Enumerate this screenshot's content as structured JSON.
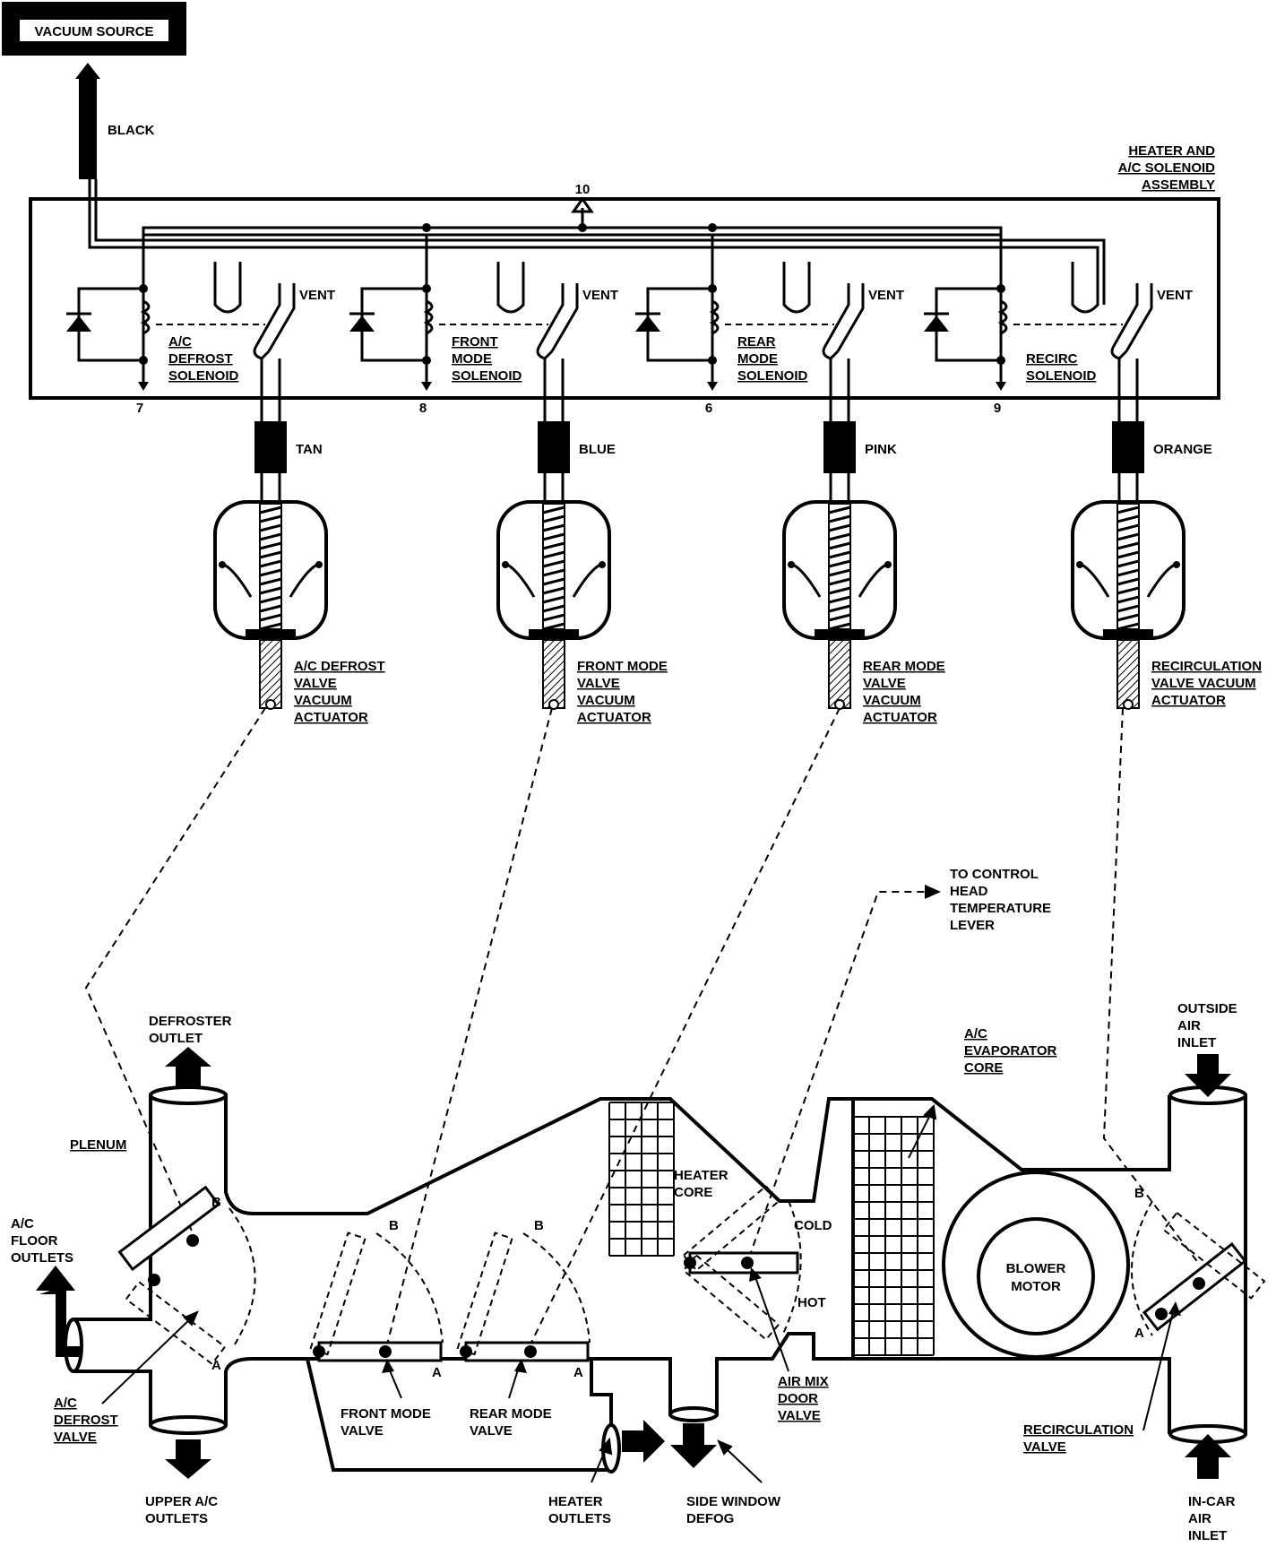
{
  "source": {
    "label": "VACUUM SOURCE"
  },
  "hose_black": "BLACK",
  "assembly": {
    "label": [
      "HEATER AND",
      "A/C SOLENOID",
      "ASSEMBLY"
    ],
    "port_10": "10"
  },
  "solenoids": [
    {
      "name": [
        "A/C",
        "DEFROST",
        "SOLENOID"
      ],
      "pin": "7",
      "vent": "VENT",
      "hose": "TAN",
      "actuator": [
        "A/C DEFROST",
        "VALVE",
        "VACUUM",
        "ACTUATOR"
      ]
    },
    {
      "name": [
        "FRONT",
        "MODE",
        "SOLENOID"
      ],
      "pin": "8",
      "vent": "VENT",
      "hose": "BLUE",
      "actuator": [
        "FRONT MODE",
        "VALVE",
        "VACUUM",
        "ACTUATOR"
      ]
    },
    {
      "name": [
        "REAR",
        "MODE",
        "SOLENOID"
      ],
      "pin": "6",
      "vent": "VENT",
      "hose": "PINK",
      "actuator": [
        "REAR MODE",
        "VALVE",
        "VACUUM",
        "ACTUATOR"
      ]
    },
    {
      "name": [
        "RECIRC",
        "SOLENOID"
      ],
      "pin": "9",
      "vent": "VENT",
      "hose": "ORANGE",
      "actuator": [
        "RECIRCULATION",
        "VALVE VACUUM",
        "ACTUATOR"
      ]
    }
  ],
  "control_head": [
    "TO CONTROL",
    "HEAD",
    "TEMPERATURE",
    "LEVER"
  ],
  "labels": {
    "defroster_outlet": [
      "DEFROSTER",
      "OUTLET"
    ],
    "plenum": "PLENUM",
    "ac_floor_outlets": [
      "A/C",
      "FLOOR",
      "OUTLETS"
    ],
    "ac_defrost_valve": [
      "A/C",
      "DEFROST",
      "VALVE"
    ],
    "upper_ac_outlets": [
      "UPPER A/C",
      "OUTLETS"
    ],
    "front_mode_valve": [
      "FRONT MODE",
      "VALVE"
    ],
    "rear_mode_valve": [
      "REAR MODE",
      "VALVE"
    ],
    "heater_outlets": [
      "HEATER",
      "OUTLETS"
    ],
    "side_window_defog": [
      "SIDE WINDOW",
      "DEFOG"
    ],
    "heater_core": [
      "HEATER",
      "CORE"
    ],
    "cold": "COLD",
    "hot": "HOT",
    "air_mix_door_valve": [
      "AIR MIX",
      "DOOR",
      "VALVE"
    ],
    "ac_evaporator_core": [
      "A/C",
      "EVAPORATOR",
      "CORE"
    ],
    "blower_motor": [
      "BLOWER",
      "MOTOR"
    ],
    "outside_air_inlet": [
      "OUTSIDE",
      "AIR",
      "INLET"
    ],
    "recirculation_valve": [
      "RECIRCULATION",
      "VALVE"
    ],
    "in_car_air_inlet": [
      "IN-CAR",
      "AIR",
      "INLET"
    ],
    "pos_a": "A",
    "pos_b": "B"
  }
}
